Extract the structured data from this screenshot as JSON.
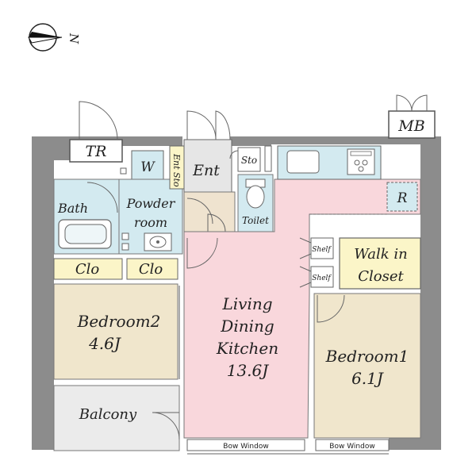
{
  "compass": {
    "north_label": "N",
    "icon": "north-arrow-icon"
  },
  "rooms": {
    "tr": "TR",
    "mb": "MB",
    "w": "W",
    "ent_sto": "Ent Sto",
    "ent": "Ent",
    "sto": "Sto",
    "bath": "Bath",
    "powder_room_line1": "Powder",
    "powder_room_line2": "room",
    "toilet": "Toilet",
    "r": "R",
    "shelf_1": "Shelf",
    "shelf_2": "Shelf",
    "walk_in_closet_line1": "Walk in",
    "walk_in_closet_line2": "Closet",
    "clo_1": "Clo",
    "clo_2": "Clo",
    "bedroom2_name": "Bedroom2",
    "bedroom2_size": "4.6J",
    "ldk_line1": "Living",
    "ldk_line2": "Dining",
    "ldk_line3": "Kitchen",
    "ldk_size": "13.6J",
    "bedroom1_name": "Bedroom1",
    "bedroom1_size": "6.1J",
    "balcony": "Balcony",
    "bow_window_1": "Bow Window",
    "bow_window_2": "Bow Window"
  },
  "colors": {
    "wall": "#8c8c8c",
    "ldk": "#f9d7dc",
    "bedroom": "#f0e6cc",
    "wet": "#d3eaf0",
    "closet": "#fbf5c8",
    "entrance": "#e6e6e6",
    "balcony": "#ebebeb"
  }
}
